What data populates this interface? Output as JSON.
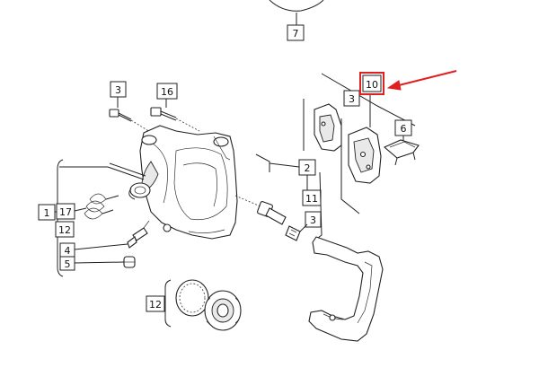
{
  "callouts": {
    "c7": "7",
    "c3_top": "3",
    "c16": "16",
    "c10": "10",
    "c3_pad": "3",
    "c6": "6",
    "c2": "2",
    "c11": "11",
    "c3_mid": "3",
    "c1": "1",
    "c17": "17",
    "c12_left": "12",
    "c4": "4",
    "c5": "5",
    "c12_bottom": "12"
  },
  "highlight": {
    "color": "#e02020",
    "target": "10"
  }
}
